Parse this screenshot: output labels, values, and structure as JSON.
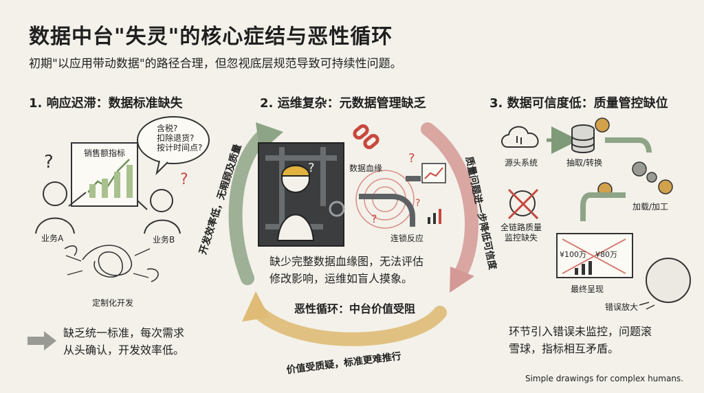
{
  "title": "数据中台\"失灵\"的核心症结与恶性循环",
  "subtitle": "初期\"以应用带动数据\"的路径合理，但忽视底层规范导致可持续性问题。",
  "sections": [
    {
      "heading": "1. 响应迟滞：数据标准缺失",
      "chart_label": "销售额指标",
      "bubble_lines": [
        "含税?",
        "扣除退货?",
        "按计时间点?"
      ],
      "person_a": "业务A",
      "person_b": "业务B",
      "tangle_label": "定制化开发",
      "desc_lines": [
        "缺乏统一标准，每次需求",
        "从头确认，开发效率低。"
      ]
    },
    {
      "heading": "2. 运维复杂：元数据管理缺乏",
      "lineage_label": "数据血缘",
      "chain_label": "连锁反应",
      "desc_lines": [
        "缺少完整数据血缘图，无法评估",
        "修改影响，运维如盲人摸象。"
      ]
    },
    {
      "heading": "3. 数据可信度低：质量管控缺位",
      "source_label": "源头系统",
      "extract_label": "抽取/转换",
      "load_label": "加载/加工",
      "monitor_label_lines": [
        "全链路质量",
        "监控缺失"
      ],
      "screen_values": [
        "¥100万",
        "¥80万"
      ],
      "final_label": "最终呈现",
      "amplify_label": "错误放大",
      "desc_lines": [
        "环节引入错误未监控，问题滚",
        "雪球，指标相互矛盾。"
      ]
    }
  ],
  "cycle": {
    "center": "恶性循环：中台价值受阻",
    "left_arc": "开发效率低，无暇顾及质量",
    "right_arc": "质量问题进一步降低可信度",
    "bottom_arc": "价值受质疑，标准更难推行"
  },
  "footer": "Simple drawings for complex humans.",
  "colors": {
    "background": "#f3f1ea",
    "green_arrow": "#7f9a78",
    "red_arrow": "#c98a86",
    "yellow_arrow": "#d9b46a",
    "alert_red": "#c8483e"
  }
}
